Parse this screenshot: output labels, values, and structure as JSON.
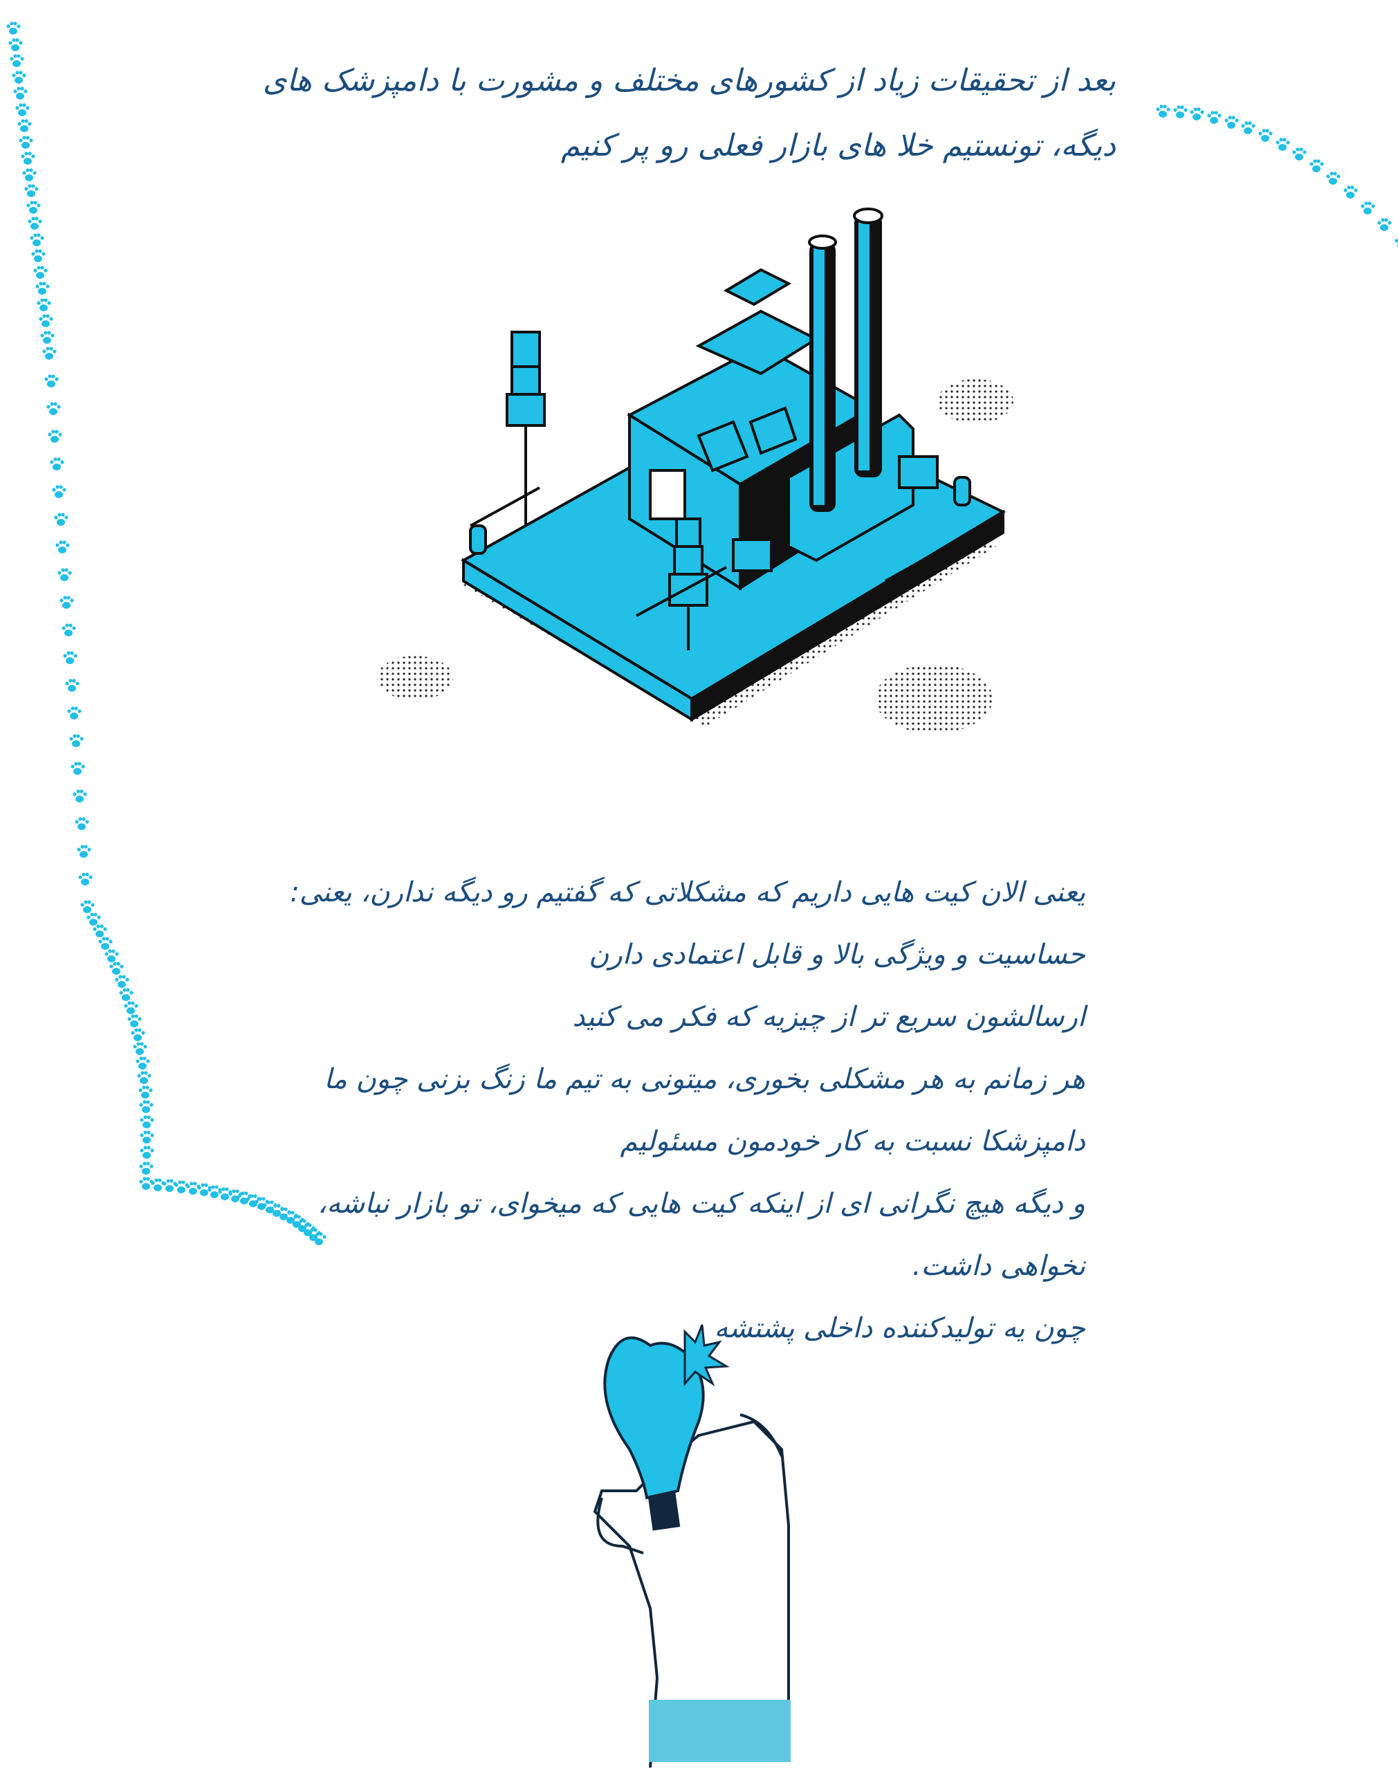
{
  "intro": {
    "text": "بعد از تحقیقات زیاد از کشورهای مختلف و مشورت با دامپزشک های دیگه، تونستیم خلا های بازار فعلی رو پر کنیم"
  },
  "features": {
    "lines": [
      "یعنی الان کیت هایی داریم که مشکلاتی که گفتیم رو دیگه ندارن، یعنی:",
      "حساسیت و ویژگی بالا و قابل اعتمادی دارن",
      "ارسالشون سریع تر از چیزیه که فکر می کنید",
      "هر زمانم به هر مشکلی بخوری، میتونی به تیم ما زنگ بزنی چون ما دامپزشکا نسبت به کار خودمون مسئولیم",
      "و دیگه هیچ نگرانی ای از اینکه کیت هایی که میخوای، تو بازار نباشه، نخواهی داشت.",
      "چون یه تولیدکننده داخلی پشتشه"
    ]
  },
  "colors": {
    "accent": "#22bfe6",
    "text": "#1b4d7e",
    "ink": "#111111",
    "sleeve": "#5fc8e0"
  },
  "icons": [
    "paw-print-icon",
    "factory-illustration",
    "lightbulb-hand-illustration"
  ]
}
